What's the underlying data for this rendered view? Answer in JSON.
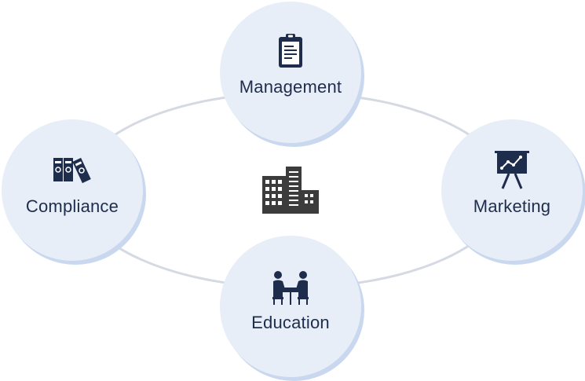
{
  "nodes": {
    "management": {
      "label": "Management",
      "icon": "clipboard-icon"
    },
    "compliance": {
      "label": "Compliance",
      "icon": "binders-icon"
    },
    "marketing": {
      "label": "Marketing",
      "icon": "presentation-chart-icon"
    },
    "education": {
      "label": "Education",
      "icon": "meeting-table-icon"
    }
  },
  "center": {
    "icon": "office-buildings-icon"
  },
  "colors": {
    "circle_fill": "#e7eef8",
    "circle_shadow": "#c9d8ee",
    "ring": "#d5d9e2",
    "icon_dark": "#1f2d4d",
    "building": "#3c3c3c"
  }
}
